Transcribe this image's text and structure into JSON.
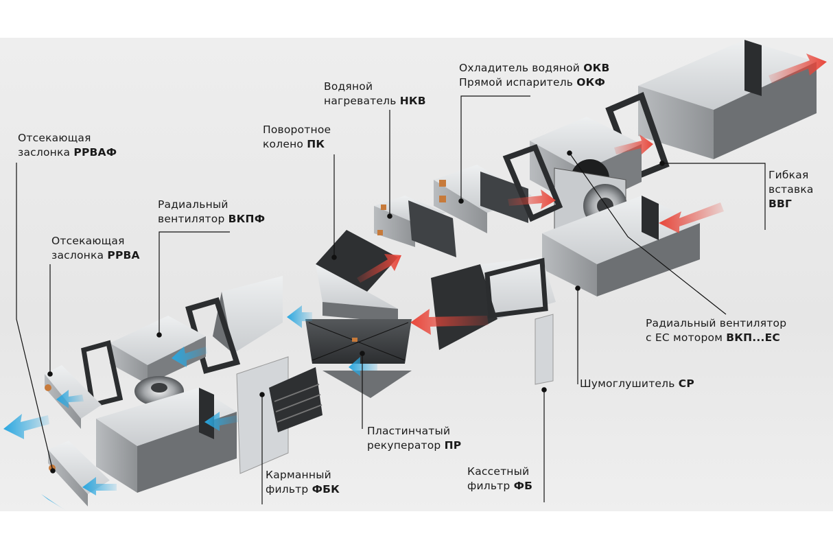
{
  "colors": {
    "duct_light": "#d9dbdd",
    "duct_mid": "#a9acaf",
    "duct_dark": "#3f4245",
    "frame_dark": "#2b2d2f",
    "flow_warm": "#e8463a",
    "flow_cold": "#2aa7e0",
    "leader": "#111111"
  },
  "labels": {
    "rrvaf": {
      "lines": [
        {
          "text": "Отсекающая",
          "code": ""
        },
        {
          "text": "заслонка",
          "code": "РРВАФ"
        }
      ]
    },
    "vkpf": {
      "lines": [
        {
          "text": "Радиальный",
          "code": ""
        },
        {
          "text": "вентилятор",
          "code": "ВКПФ"
        }
      ]
    },
    "rrva": {
      "lines": [
        {
          "text": "Отсекающая",
          "code": ""
        },
        {
          "text": "заслонка",
          "code": "РРВА"
        }
      ]
    },
    "pk": {
      "lines": [
        {
          "text": "Поворотное",
          "code": ""
        },
        {
          "text": "колено",
          "code": "ПК"
        }
      ]
    },
    "nkv": {
      "lines": [
        {
          "text": "Водяной",
          "code": ""
        },
        {
          "text": "нагреватель",
          "code": "НКВ"
        }
      ]
    },
    "okv": {
      "lines": [
        {
          "text": "Охладитель водяной",
          "code": "ОКВ"
        },
        {
          "text": "Прямой испаритель",
          "code": "ОКФ"
        }
      ]
    },
    "vvg": {
      "lines": [
        {
          "text": "Гибкая",
          "code": ""
        },
        {
          "text": "вставка",
          "code": ""
        },
        {
          "text": "",
          "code": "ВВГ"
        }
      ]
    },
    "vkpec": {
      "lines": [
        {
          "text": "Радиальный вентилятор",
          "code": ""
        },
        {
          "text": "с ЕС мотором",
          "code": "ВКП...ЕС"
        }
      ]
    },
    "sr": {
      "lines": [
        {
          "text": "Шумоглушитель",
          "code": "СР"
        }
      ]
    },
    "pr": {
      "lines": [
        {
          "text": "Пластинчатый",
          "code": ""
        },
        {
          "text": "рекуператор",
          "code": "ПР"
        }
      ]
    },
    "fbk": {
      "lines": [
        {
          "text": "Карманный",
          "code": ""
        },
        {
          "text": "фильтр",
          "code": "ФБК"
        }
      ]
    },
    "fb": {
      "lines": [
        {
          "text": "Кассетный",
          "code": ""
        },
        {
          "text": "фильтр",
          "code": "ФБ"
        }
      ]
    }
  }
}
